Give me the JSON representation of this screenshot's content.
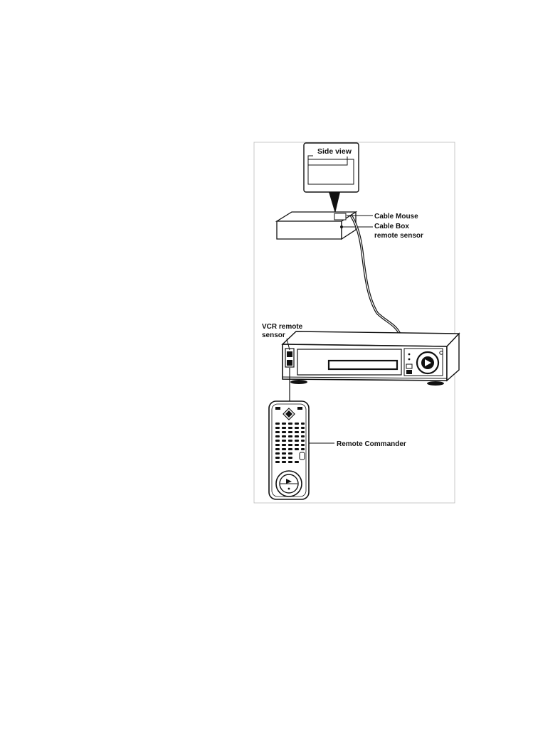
{
  "labels": {
    "side_view": "Side view",
    "cable_mouse": "Cable Mouse",
    "cable_box_line1": "Cable Box",
    "cable_box_line2": "remote sensor",
    "vcr_sensor_line1": "VCR remote",
    "vcr_sensor_line2": "sensor",
    "remote_commander": "Remote Commander"
  }
}
